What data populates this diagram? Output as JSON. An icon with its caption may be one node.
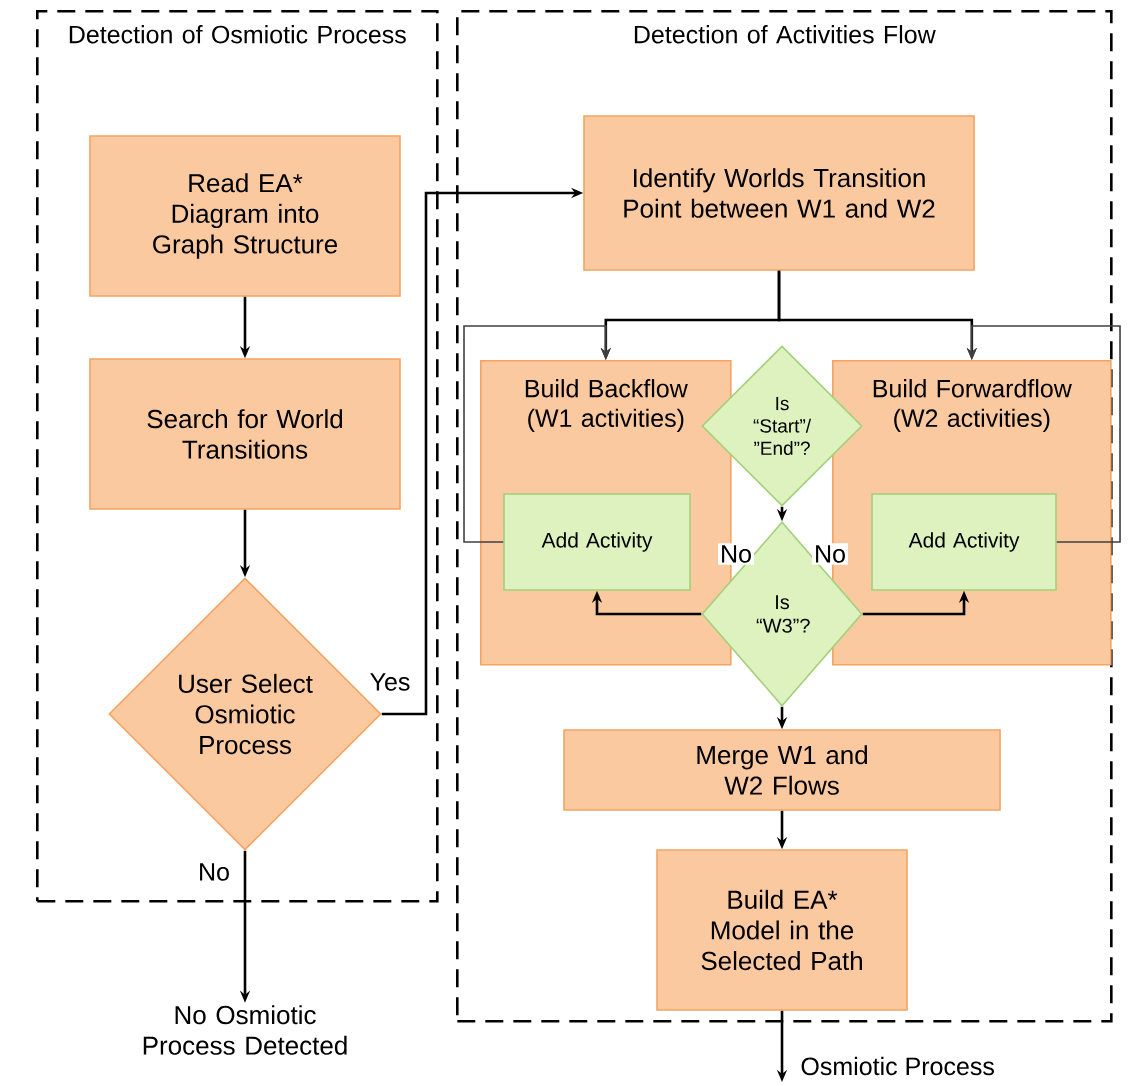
{
  "diagram": {
    "nodes": [
      {
        "text": [
          "Detection of Osmiotic Process"
        ]
      },
      {
        "text": [
          "Read EA* Diagram into Graph Structure"
        ],
        "in": 0
      },
      {
        "text": [
          "Search for World Transitions"
        ],
        "in": 0
      },
      {
        "text": [
          "User Select Osmiotic Process"
        ],
        "in": 0
      },
      {
        "text": [
          "No Osmiotic Process Detected"
        ]
      },
      {
        "text": [
          "Detection of Activities Flow"
        ]
      },
      {
        "text": [
          "Identify Worlds Transition Point between W1 and W2"
        ],
        "in": 5
      },
      {
        "text": [
          "Build Backflow (W1 activities)"
        ],
        "in": 5
      },
      {
        "text": [
          "Add Activity"
        ],
        "in": 7
      },
      {
        "text": [
          "Build Forwardflow (W2 activities)"
        ],
        "in": 5
      },
      {
        "text": [
          "Add Activity"
        ],
        "in": 9
      },
      {
        "text": [
          "Is “Start”/ ”End”?"
        ],
        "in": 5
      },
      {
        "text": [
          "Is “W3”?"
        ],
        "in": 5
      },
      {
        "text": [
          "Merge W1 and W2 Flows"
        ],
        "in": 5
      },
      {
        "text": [
          "Build EA* Model in the Selected Path"
        ],
        "in": 5
      }
    ],
    "edges": [
      {
        "from": 1,
        "to": 2,
        "arrow": "to"
      },
      {
        "from": 2,
        "to": 3,
        "arrow": "to"
      },
      {
        "from": 3,
        "to": 6,
        "arrow": "to",
        "label": "Yes"
      },
      {
        "from": 3,
        "to": 4,
        "arrow": "to",
        "label": "No"
      },
      {
        "from": 6,
        "to": 7,
        "arrow": "to"
      },
      {
        "from": 6,
        "to": 9,
        "arrow": "to"
      },
      {
        "from": 11,
        "to": 12,
        "arrow": "to"
      },
      {
        "from": 12,
        "to": 8,
        "arrow": "to",
        "label": "No"
      },
      {
        "from": 12,
        "to": 10,
        "arrow": "to",
        "label": "No"
      },
      {
        "from": 8,
        "to": 7,
        "arrow": "to"
      },
      {
        "from": 10,
        "to": 9,
        "arrow": "to"
      },
      {
        "from": 12,
        "to": 13,
        "arrow": "to"
      },
      {
        "from": 13,
        "to": 14,
        "arrow": "to"
      },
      {
        "from": 14,
        "to": null,
        "arrow": "to",
        "label": "Osmiotic Process"
      }
    ]
  }
}
